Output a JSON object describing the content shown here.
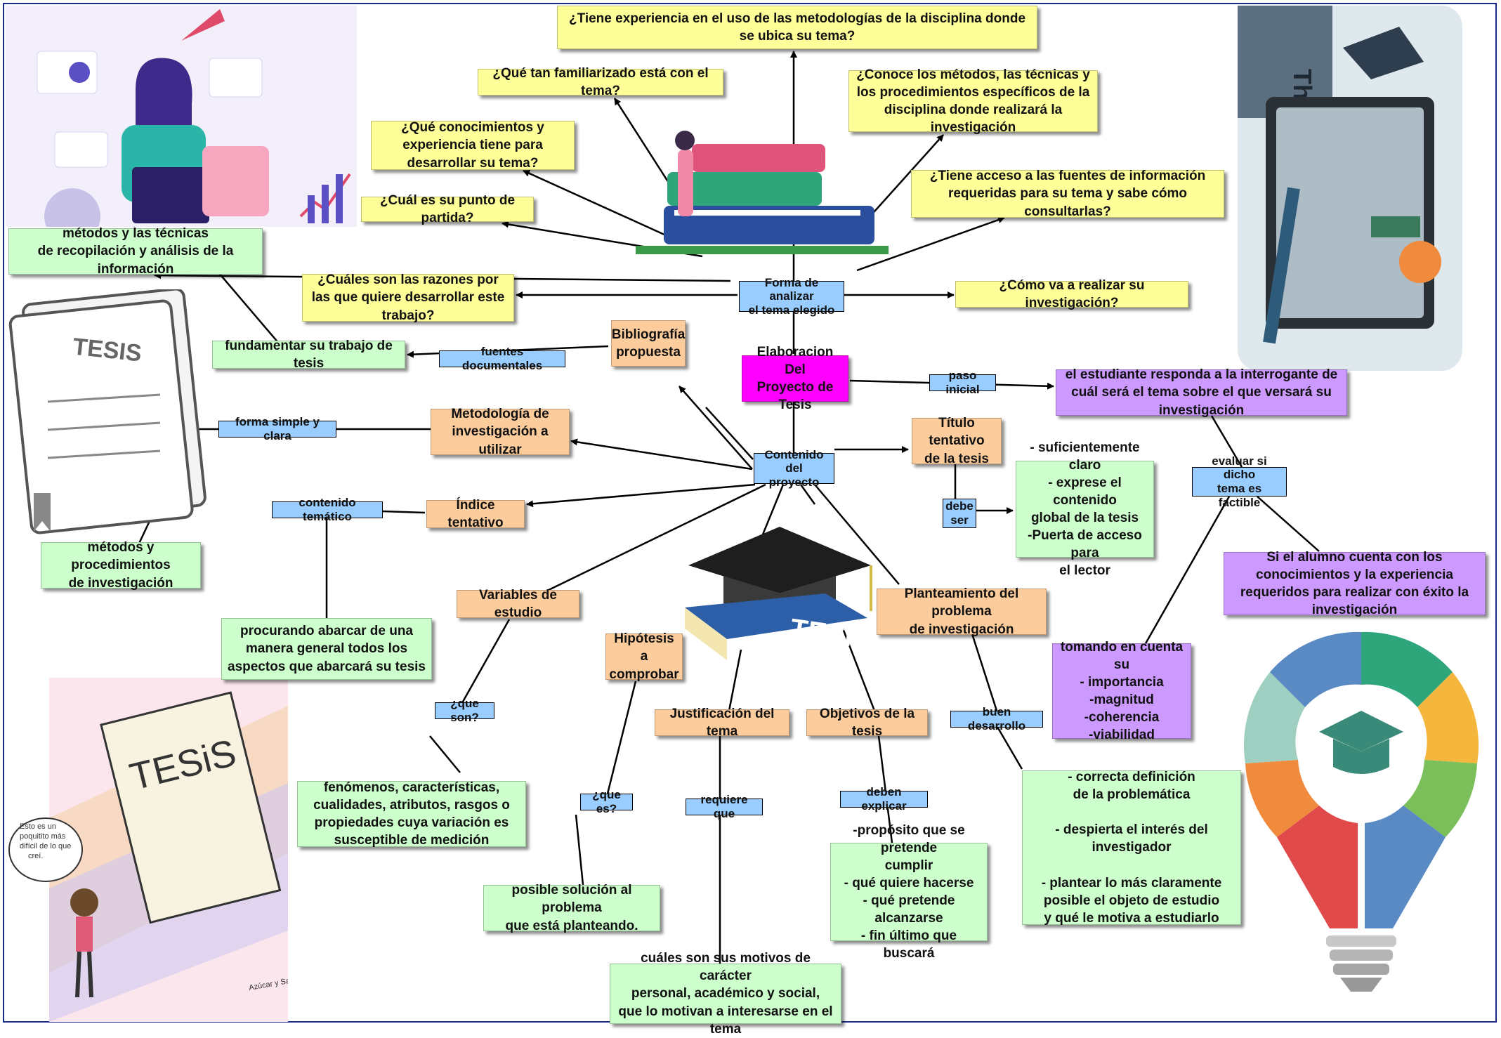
{
  "nodes": {
    "q_experience_methods": "¿Tiene experiencia en el uso de las metodologías de la disciplina donde se ubica su tema?",
    "q_familiar": "¿Qué tan familiarizado está con el tema?",
    "q_knows_methods": "¿Conoce los métodos, las técnicas y los procedimientos específicos de la disciplina donde realizará la investigación",
    "q_knowledge": "¿Qué conocimientos y experiencia tiene para desarrollar su tema?",
    "q_access_sources": "¿Tiene acceso a las fuentes de información requeridas para su tema y sabe cómo consultarlas?",
    "q_starting_point": "¿Cuál es su punto de partida?",
    "techniques": "métodos y las técnicas\nde recopilación y análisis de la información",
    "q_reasons": "¿Cuáles son las razones por las que quiere desarrollar este trabajo?",
    "analyze_topic": "Forma de analizar\nel tema elegido",
    "q_how": "¿Cómo va a realizar su investigación?",
    "fundamentar": "fundamentar su trabajo de tesis",
    "lbl_fuentes": "fuentes documentales",
    "bibliografia": "Bibliografía\npropuesta",
    "main": "Elaboracion Del\nProyecto de Tesis",
    "lbl_paso": "paso inicial",
    "student_responds": "el estudiante responda a la interrogante de cuál será el tema sobre el que versará su investigación",
    "lbl_forma": "forma simple y clara",
    "metodologia": "Metodología de\ninvestigación a utilizar",
    "contenido": "Contenido del\nproyecto",
    "titulo": "Título tentativo\nde la tesis",
    "lbl_evaluar": "evaluar si dicho\ntema es factible",
    "lbl_contenido_tematico": "contenido temático",
    "indice": "Índice tentativo",
    "lbl_debe_ser": "debe\nser",
    "title_props": "- suficientemente claro\n- exprese el contenido\nglobal de la tesis\n-Puerta de acceso para\nel lector",
    "methods_procedures": "métodos y procedimientos\nde investigación",
    "si_alumno": "Si el alumno cuenta con los conocimientos y la experiencia requeridos para realizar con éxito la investigación",
    "variables": "Variables de estudio",
    "planteamiento": "Planteamiento del problema\nde investigación",
    "procurando": "procurando abarcar de una manera general todos los aspectos que abarcará su tesis",
    "hipotesis": "Hipótesis a\ncomprobar",
    "tomando": "tomando en cuenta su\n- importancia\n-magnitud\n-coherencia\n-viabilidad",
    "lbl_que_son": "¿que son?",
    "justificacion": "Justificación del tema",
    "objetivos": "Objetivos de la tesis",
    "lbl_buen": "buen desarrollo",
    "fenomenos": "fenómenos, características, cualidades, atributos, rasgos o propiedades cuya variación es susceptible de medición",
    "lbl_que_es": "¿que es?",
    "lbl_requiere": "requiere que",
    "lbl_deben": "deben explicar",
    "correcta": "- correcta definición\nde la problemática\n\n- despierta el interés del investigador\n\n-  plantear lo más claramente\nposible el objeto de estudio\ny qué le motiva a estudiarlo",
    "proposito": "-propósito que se pretende\ncumplir\n-  qué quiere hacerse\n- qué pretende alcanzarse\n- fin último que buscará",
    "posible_solucion": "posible solución al problema\nque está planteando.",
    "motivos": "cuáles son sus motivos de carácter\npersonal, académico y social,\nque lo motivan a interesarse en el tema"
  },
  "illustrations": {
    "book_top_left_label": "TESIS",
    "book_center_label": "TESIS",
    "top_right_book_label": "Thesis",
    "bottom_left_paper_label": "TESiS",
    "bottom_left_bubble": "Esto es un\npoquitito más\ndifícil de lo que\ncreí.",
    "bottom_left_signature": "Azúcar y Sal"
  },
  "colors": {
    "yellow": "#ffff99",
    "green": "#ccffcc",
    "orange": "#fdcc9c",
    "purple": "#cc99ff",
    "magenta": "#ff00ff",
    "blue": "#99ccff",
    "line": "#000000"
  }
}
